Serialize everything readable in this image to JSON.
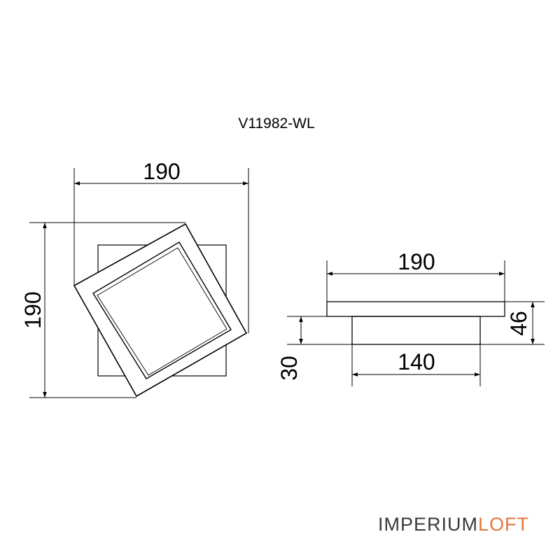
{
  "model": "V11982-WL",
  "front_view": {
    "width_label": "190",
    "height_label": "190"
  },
  "side_view": {
    "top_width_label": "190",
    "bottom_width_label": "140",
    "total_height_label": "46",
    "base_height_label": "30"
  },
  "brand": {
    "part1": "IMPERIUM",
    "part2": "LOFT",
    "colors": {
      "part1": "#3a3a3a",
      "part2": "#e8753a"
    }
  }
}
